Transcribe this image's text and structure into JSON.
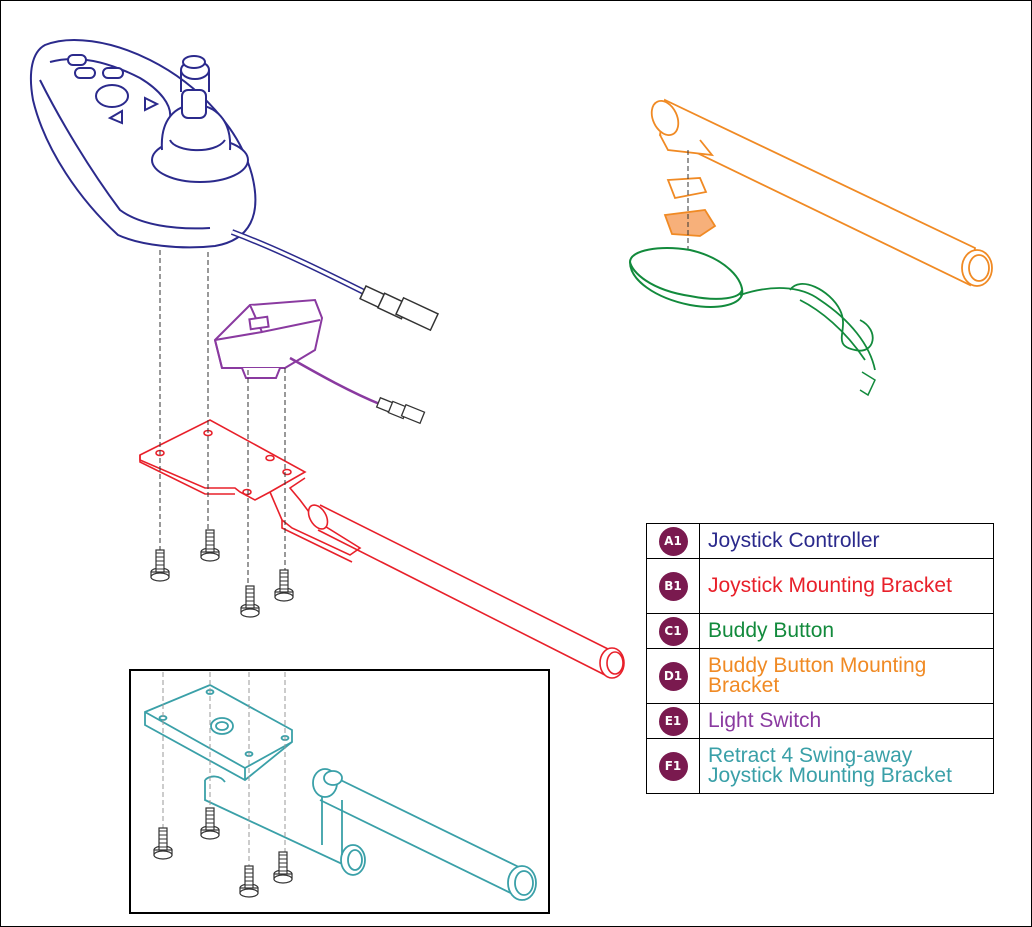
{
  "legend": [
    {
      "id": "A1",
      "label": "Joystick Controller",
      "color": "#2b2a8c"
    },
    {
      "id": "B1",
      "label": "Joystick Mounting Bracket",
      "color": "#e8202a"
    },
    {
      "id": "C1",
      "label": "Buddy Button",
      "color": "#128a3c"
    },
    {
      "id": "D1",
      "label": "Buddy Button Mounting Bracket",
      "color": "#f08a24"
    },
    {
      "id": "E1",
      "label": "Light Switch",
      "color": "#8a3aa0"
    },
    {
      "id": "F1",
      "label": "Retract 4 Swing-away Joystick Mounting Bracket",
      "color": "#3aa0a8"
    }
  ],
  "colors": {
    "badge": "#7a1a4f",
    "joystick": "#2b2a8c",
    "bracket": "#e8202a",
    "buddy_button": "#128a3c",
    "buddy_bracket": "#f08a24",
    "light_switch": "#8a3aa0",
    "swing_bracket": "#3aa0a8",
    "hardware": "#333333"
  }
}
